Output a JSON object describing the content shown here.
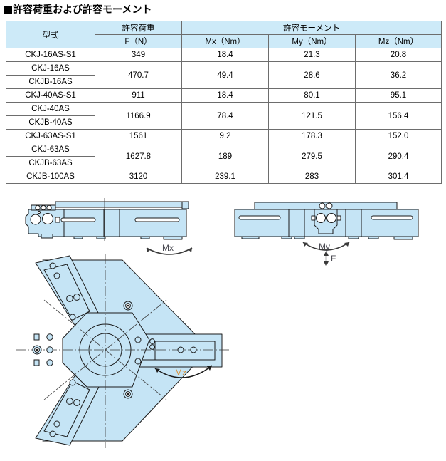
{
  "title": {
    "marker": "■",
    "text": "許容荷重および許容モーメント"
  },
  "table": {
    "group_headers": {
      "model": "型式",
      "load": "許容荷重",
      "moment": "許容モーメント"
    },
    "unit_headers": {
      "f": "F（N）",
      "mx": "Mx（Nm）",
      "my": "My（Nm）",
      "mz": "Mz（Nm）"
    },
    "rows": [
      {
        "models": [
          "CKJ-16AS-S1"
        ],
        "f": "349",
        "mx": "18.4",
        "my": "21.3",
        "mz": "20.8"
      },
      {
        "models": [
          "CKJ-16AS",
          "CKJB-16AS"
        ],
        "f": "470.7",
        "mx": "49.4",
        "my": "28.6",
        "mz": "36.2"
      },
      {
        "models": [
          "CKJ-40AS-S1"
        ],
        "f": "911",
        "mx": "18.4",
        "my": "80.1",
        "mz": "95.1"
      },
      {
        "models": [
          "CKJ-40AS",
          "CKJB-40AS"
        ],
        "f": "1166.9",
        "mx": "78.4",
        "my": "121.5",
        "mz": "156.4"
      },
      {
        "models": [
          "CKJ-63AS-S1"
        ],
        "f": "1561",
        "mx": "9.2",
        "my": "178.3",
        "mz": "152.0"
      },
      {
        "models": [
          "CKJ-63AS",
          "CKJB-63AS"
        ],
        "f": "1627.8",
        "mx": "189",
        "my": "279.5",
        "mz": "290.4"
      },
      {
        "models": [
          "CKJB-100AS"
        ],
        "f": "3120",
        "mx": "239.1",
        "my": "283",
        "mz": "301.4"
      }
    ]
  },
  "diagrams": {
    "side_view": {
      "moment_label": "Mx"
    },
    "front_view": {
      "moment_label": "My",
      "force_label": "F"
    },
    "top_view": {
      "moment_label": "Mz"
    }
  },
  "colors": {
    "header_fill": "#cdeaf8",
    "body_fill": "#c5e4f5",
    "outline": "#1a1a1a",
    "border": "#6d6d6d",
    "label_mx": "#4a4a52",
    "label_my": "#4a4a52",
    "label_f": "#4a4a52",
    "label_mz": "#d98a2b"
  }
}
